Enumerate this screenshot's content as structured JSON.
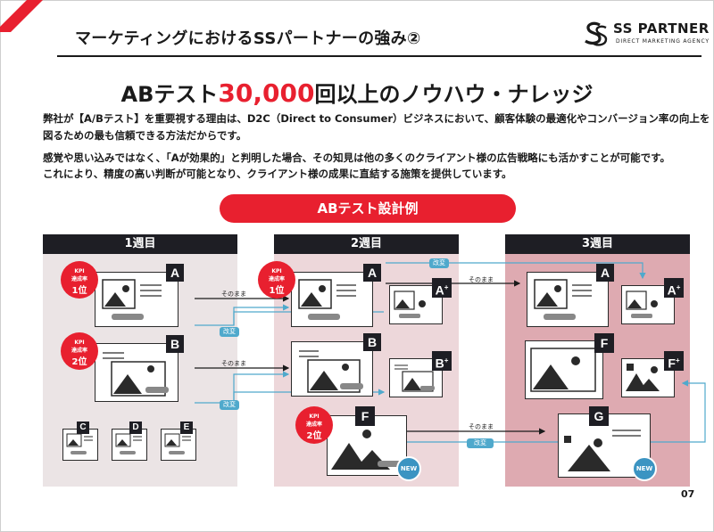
{
  "header": {
    "title": "マーケティングにおけるSSパートナーの強み②",
    "logo_main": "SS PARTNER",
    "logo_sub": "DIRECT MARKETING AGENCY"
  },
  "headline": {
    "pre": "ABテスト",
    "number": "30,000",
    "post": "回以上のノウハウ・ナレッジ"
  },
  "body": {
    "p1_line1": "弊社が【A/Bテスト】を重要視する理由は、D2C（Direct to Consumer）ビジネスにおいて、顧客体験の最適化やコンバージョン率の向上を",
    "p1_line2": "図るための最も信頼できる方法だからです。",
    "p2_line1": "感覚や思い込みではなく、「Aが効果的」と判明した場合、その知見は他の多くのクライアント様の広告戦略にも活かすことが可能です。",
    "p2_line2": "これにより、精度の高い判断が可能となり、クライアント様の成果に直結する施策を提供しています。"
  },
  "diagram": {
    "title": "ABテスト設計例",
    "weeks": [
      "1週目",
      "2週目",
      "3週目"
    ],
    "kpi_label1": "KPI",
    "kpi_label2": "達成率",
    "rank1": "1位",
    "rank2": "2位",
    "keep": "そのまま",
    "improve": "改変",
    "new": "NEW",
    "letters": {
      "a": "A",
      "b": "B",
      "c": "C",
      "d": "D",
      "e": "E",
      "f": "F",
      "g": "G"
    },
    "plus": "+"
  },
  "footer": {
    "page": "07"
  },
  "colors": {
    "accent": "#e8202f",
    "dark": "#1e1e24",
    "week1_bg": "#ebe4e5",
    "week2_bg": "#edd7da",
    "week3_bg": "#deaab1",
    "link": "#4fa9cc"
  }
}
